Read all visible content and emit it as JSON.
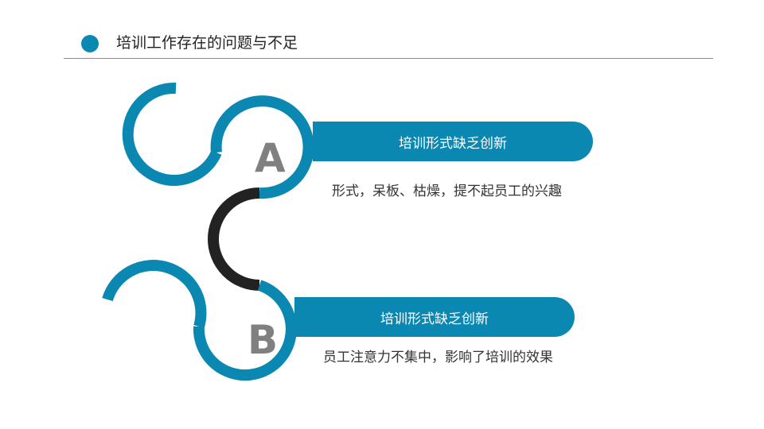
{
  "header": {
    "title": "培训工作存在的问题与不足"
  },
  "colors": {
    "accent": "#0b88b1",
    "connector": "#222222",
    "letter": "#808080",
    "rule": "#8c8c8c"
  },
  "items": [
    {
      "letter": "A",
      "heading": "培训形式缺乏创新",
      "description": "形式，呆板、枯燥，提不起员工的兴趣"
    },
    {
      "letter": "B",
      "heading": "培训形式缺乏创新",
      "description": "员工注意力不集中，影响了培训的效果"
    }
  ]
}
